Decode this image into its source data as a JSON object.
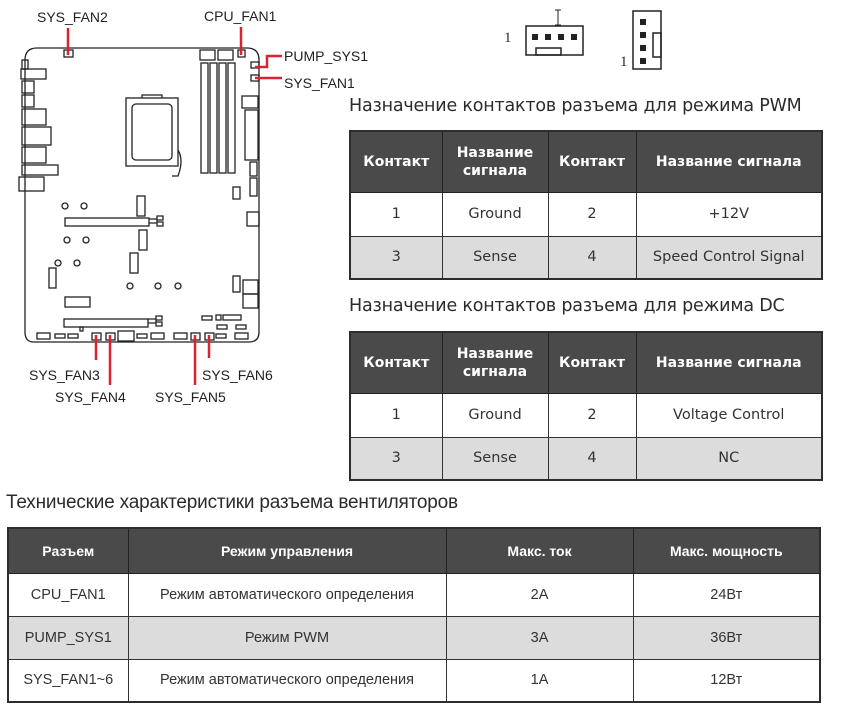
{
  "diagram": {
    "labels": {
      "sys_fan2": "SYS_FAN2",
      "cpu_fan1": "CPU_FAN1",
      "pump_sys1": "PUMP_SYS1",
      "sys_fan1": "SYS_FAN1",
      "sys_fan3": "SYS_FAN3",
      "sys_fan4": "SYS_FAN4",
      "sys_fan5": "SYS_FAN5",
      "sys_fan6": "SYS_FAN6"
    },
    "highlight_color": "#d9232e",
    "connector_pin1_label_h": "1",
    "connector_pin1_label_v": "1"
  },
  "pwm": {
    "title": "Назначение контактов разъема для режима PWM",
    "headers": [
      "Контакт",
      "Название сигнала",
      "Контакт",
      "Название сигнала"
    ],
    "rows": [
      [
        "1",
        "Ground",
        "2",
        "+12V"
      ],
      [
        "3",
        "Sense",
        "4",
        "Speed Control Signal"
      ]
    ]
  },
  "dc": {
    "title": "Назначение контактов разъема для режима DC",
    "headers": [
      "Контакт",
      "Название сигнала",
      "Контакт",
      "Название сигнала"
    ],
    "rows": [
      [
        "1",
        "Ground",
        "2",
        "Voltage Control"
      ],
      [
        "3",
        "Sense",
        "4",
        "NC"
      ]
    ]
  },
  "specs": {
    "title": "Технические характеристики разъема вентиляторов",
    "headers": [
      "Разъем",
      "Режим управления",
      "Макс. ток",
      "Макс. мощность"
    ],
    "rows": [
      [
        "CPU_FAN1",
        "Режим автоматического определения",
        "2A",
        "24Вт"
      ],
      [
        "PUMP_SYS1",
        "Режим PWM",
        "3A",
        "36Вт"
      ],
      [
        "SYS_FAN1~6",
        "Режим автоматического определения",
        "1A",
        "12Вт"
      ]
    ]
  }
}
